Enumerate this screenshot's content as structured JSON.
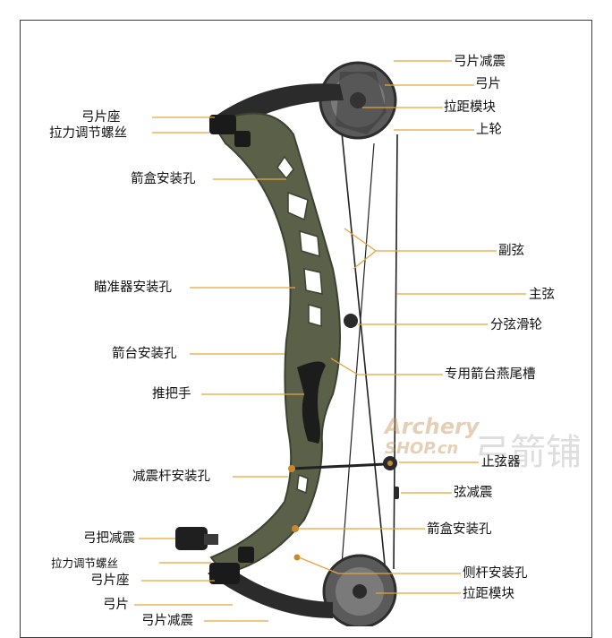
{
  "labels": {
    "r1": "弓片减震",
    "r2": "弓片",
    "r3": "拉距模块",
    "r4": "上轮",
    "r5": "副弦",
    "r6": "主弦",
    "r7": "分弦滑轮",
    "r8": "专用箭台燕尾槽",
    "r9": "止弦器",
    "r10": "弦减震",
    "r11": "箭盒安装孔",
    "r12": "侧杆安装孔",
    "r13": "拉距模块",
    "l1": "弓片座",
    "l2": "拉力调节螺丝",
    "l3": "箭盒安装孔",
    "l4": "瞄准器安装孔",
    "l5": "箭台安装孔",
    "l6": "推把手",
    "l7": "减震杆安装孔",
    "l8": "弓把减震",
    "l9": "拉力调节螺丝",
    "l10": "弓片座",
    "l11": "弓片",
    "l12": "弓片减震"
  },
  "watermark": {
    "brand_top": "Archery",
    "brand_bottom": "SHOP.cn",
    "cn_text": "弓箭铺"
  },
  "colors": {
    "riser": "#5a6148",
    "riser_dark": "#3c4232",
    "leader_line": "#e8a33c",
    "cam": "#4a4a4a",
    "limb": "#2b2b2b"
  }
}
